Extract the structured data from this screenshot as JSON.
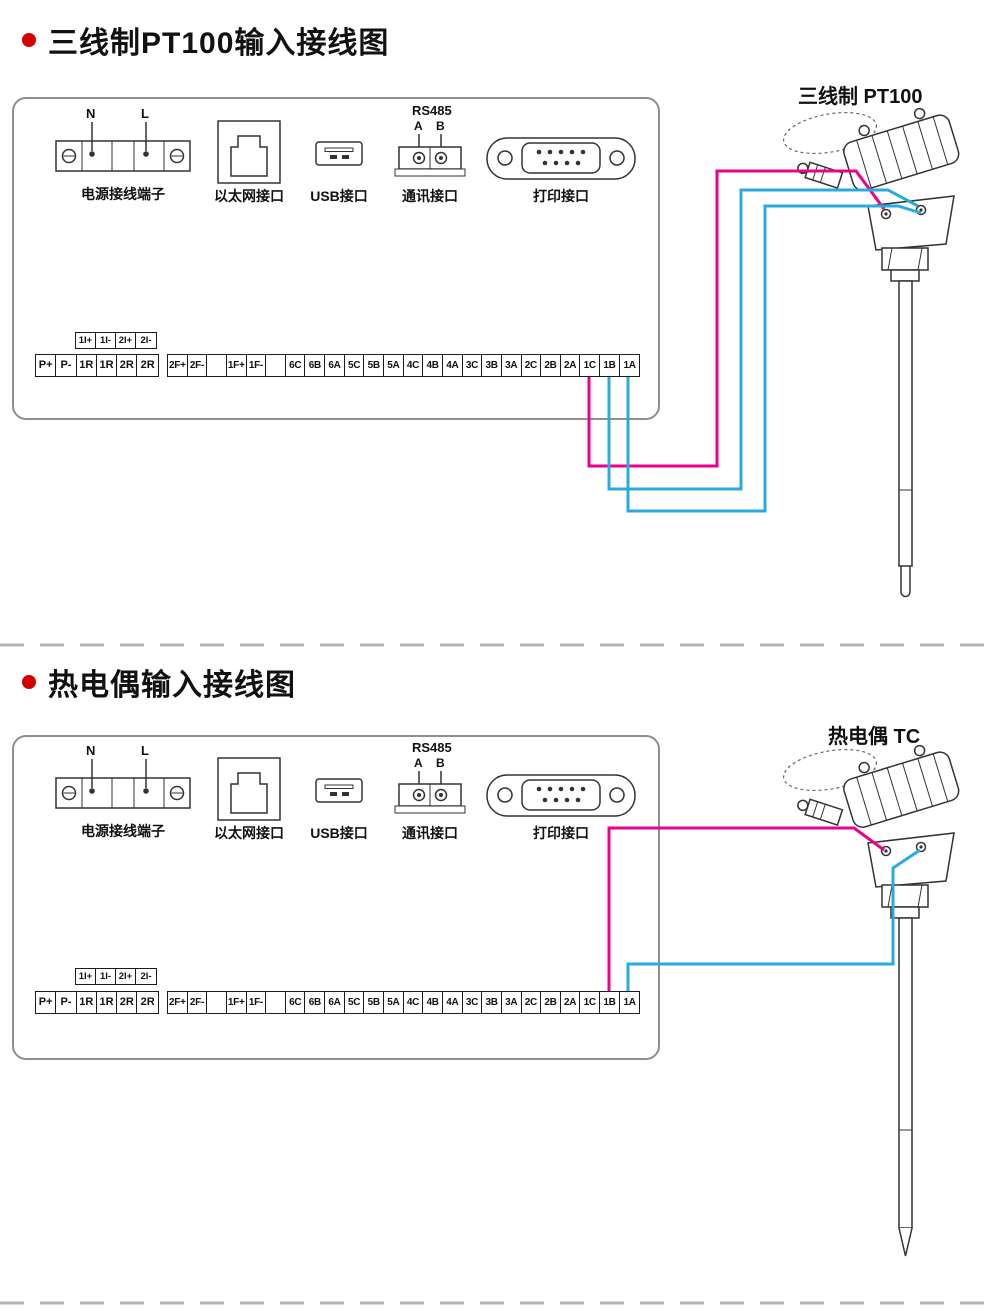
{
  "colors": {
    "wire_pink": "#ec008c",
    "wire_blue": "#29abe2"
  },
  "section1": {
    "title": "三线制PT100输入接线图",
    "sensor_label": "三线制 PT100",
    "panel": {
      "power": {
        "label": "电源接线端子",
        "n": "N",
        "l": "L"
      },
      "ethernet": {
        "label": "以太网接口"
      },
      "usb": {
        "label": "USB接口"
      },
      "rs485": {
        "title": "RS485",
        "a": "A",
        "b": "B",
        "label": "通讯接口"
      },
      "printer": {
        "label": "打印接口"
      }
    },
    "terminals": {
      "aux_row": [
        "1I+",
        "1I-",
        "2I+",
        "2I-"
      ],
      "left_row": [
        "P+",
        "P-",
        "1R",
        "1R",
        "2R",
        "2R"
      ],
      "main_row": [
        "2F+",
        "2F-",
        "",
        "1F+",
        "1F-",
        "",
        "6C",
        "6B",
        "6A",
        "5C",
        "5B",
        "5A",
        "4C",
        "4B",
        "4A",
        "3C",
        "3B",
        "3A",
        "2C",
        "2B",
        "2A",
        "1C",
        "1B",
        "1A"
      ]
    }
  },
  "section2": {
    "title": "热电偶输入接线图",
    "sensor_label": "热电偶 TC",
    "panel": {
      "power": {
        "label": "电源接线端子",
        "n": "N",
        "l": "L"
      },
      "ethernet": {
        "label": "以太网接口"
      },
      "usb": {
        "label": "USB接口"
      },
      "rs485": {
        "title": "RS485",
        "a": "A",
        "b": "B",
        "label": "通讯接口"
      },
      "printer": {
        "label": "打印接口"
      }
    },
    "terminals": {
      "aux_row": [
        "1I+",
        "1I-",
        "2I+",
        "2I-"
      ],
      "left_row": [
        "P+",
        "P-",
        "1R",
        "1R",
        "2R",
        "2R"
      ],
      "main_row": [
        "2F+",
        "2F-",
        "",
        "1F+",
        "1F-",
        "",
        "6C",
        "6B",
        "6A",
        "5C",
        "5B",
        "5A",
        "4C",
        "4B",
        "4A",
        "3C",
        "3B",
        "3A",
        "2C",
        "2B",
        "2A",
        "1C",
        "1B",
        "1A"
      ]
    }
  }
}
